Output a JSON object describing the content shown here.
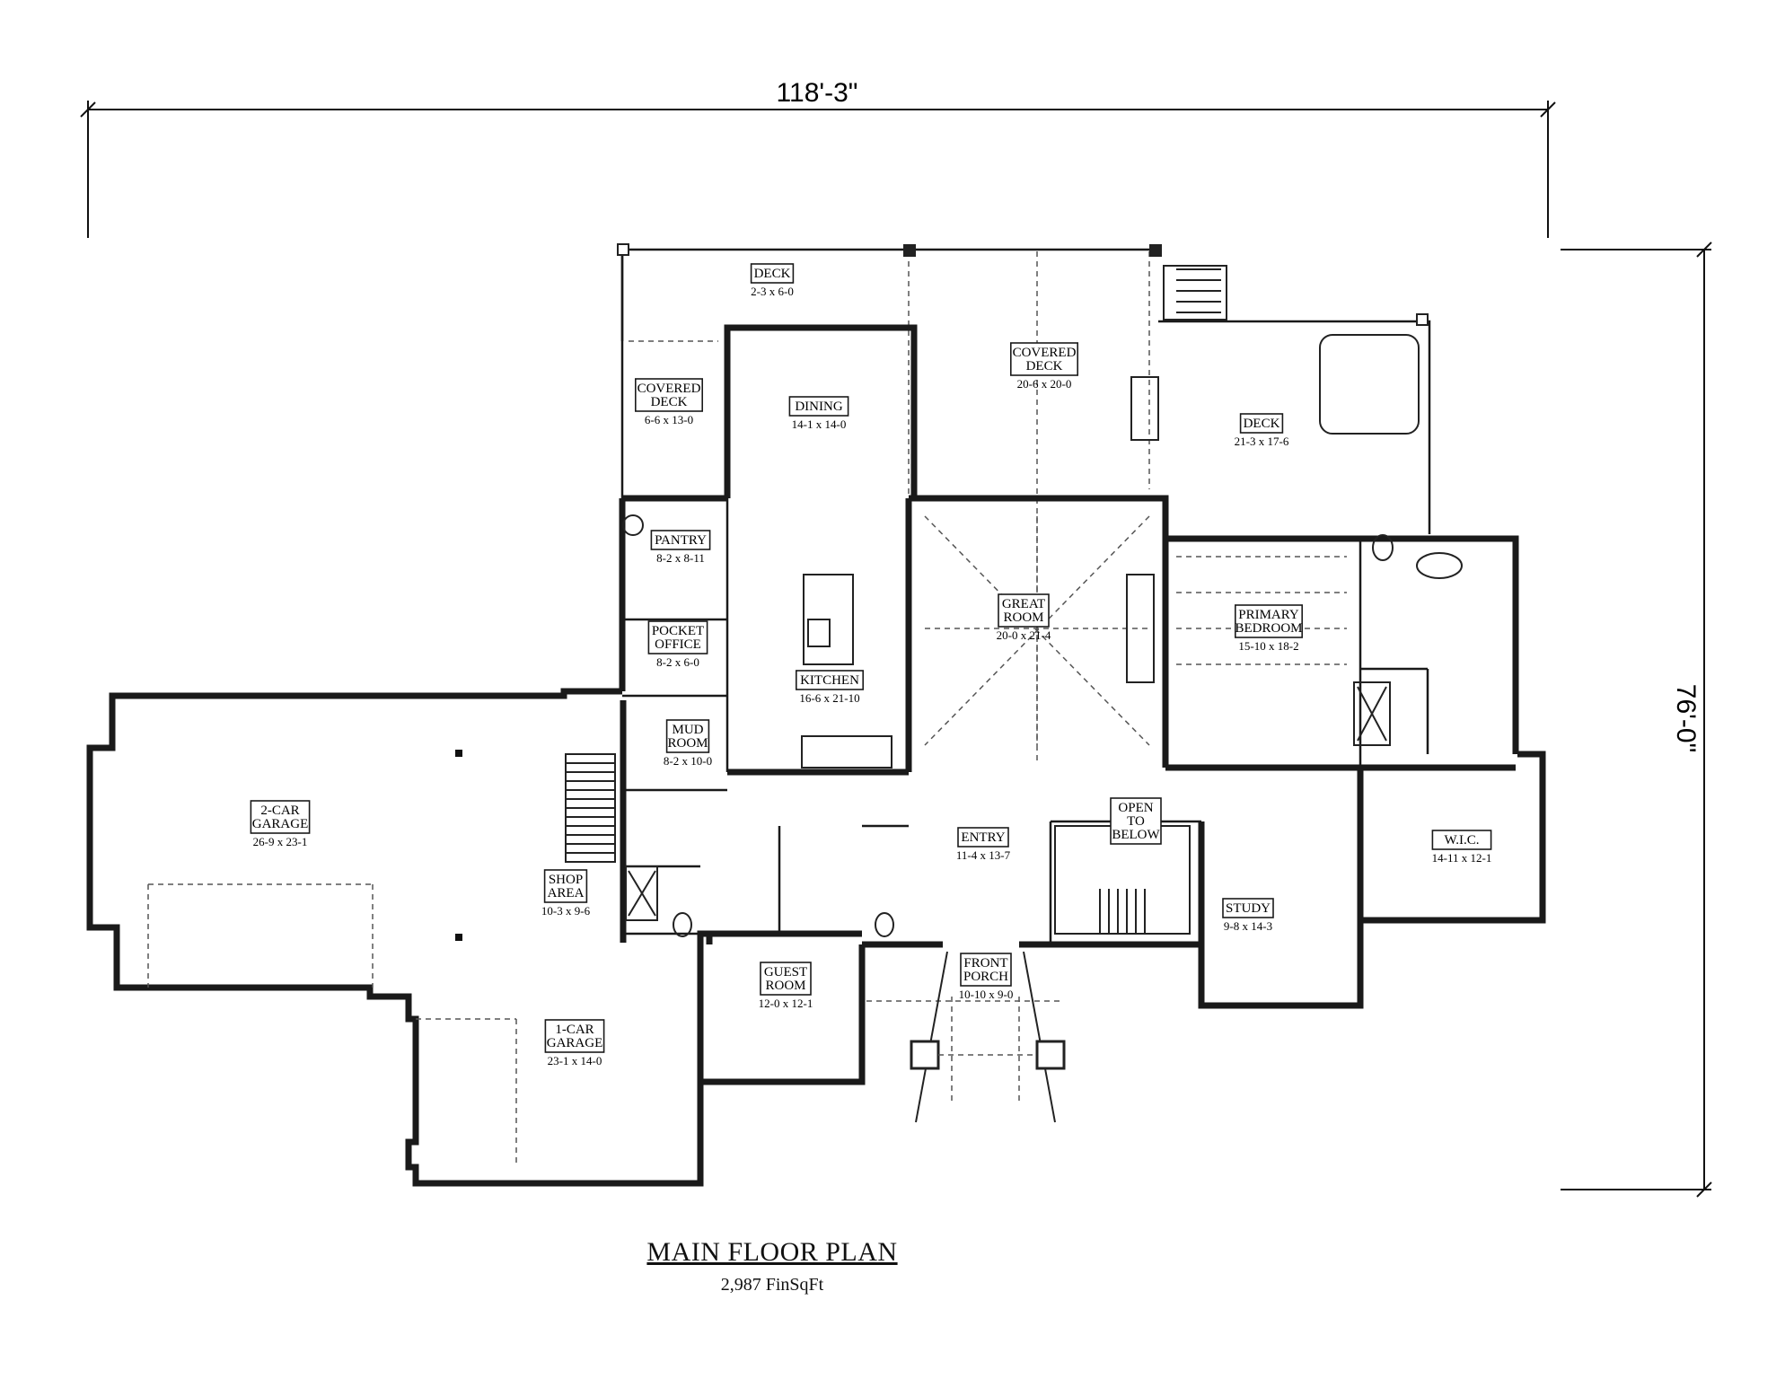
{
  "overall": {
    "width_dim": "118'-3\"",
    "depth_dim": "76'-0\""
  },
  "title": {
    "name": "MAIN FLOOR PLAN",
    "area": "2,987 FinSqFt"
  },
  "rooms": [
    {
      "id": "deck-top",
      "lines": [
        "DECK"
      ],
      "size": "2-3 x 6-0"
    },
    {
      "id": "covered-deck-left",
      "lines": [
        "COVERED",
        "DECK"
      ],
      "size": "6-6 x 13-0"
    },
    {
      "id": "dining",
      "lines": [
        "DINING"
      ],
      "size": "14-1 x 14-0"
    },
    {
      "id": "covered-deck-center",
      "lines": [
        "COVERED",
        "DECK"
      ],
      "size": "20-6 x 20-0"
    },
    {
      "id": "deck-right",
      "lines": [
        "DECK"
      ],
      "size": "21-3 x 17-6"
    },
    {
      "id": "pantry",
      "lines": [
        "PANTRY"
      ],
      "size": "8-2 x 8-11"
    },
    {
      "id": "pocket-office",
      "lines": [
        "POCKET",
        "OFFICE"
      ],
      "size": "8-2 x 6-0"
    },
    {
      "id": "kitchen",
      "lines": [
        "KITCHEN"
      ],
      "size": "16-6 x 21-10"
    },
    {
      "id": "great-room",
      "lines": [
        "GREAT",
        "ROOM"
      ],
      "size": "20-0 x 21-4"
    },
    {
      "id": "primary-bedroom",
      "lines": [
        "PRIMARY",
        "BEDROOM"
      ],
      "size": "15-10 x 18-2"
    },
    {
      "id": "mud-room",
      "lines": [
        "MUD",
        "ROOM"
      ],
      "size": "8-2 x 10-0"
    },
    {
      "id": "garage-2car",
      "lines": [
        "2-CAR",
        "GARAGE"
      ],
      "size": "26-9 x 23-1"
    },
    {
      "id": "shop-area",
      "lines": [
        "SHOP",
        "AREA"
      ],
      "size": "10-3 x 9-6"
    },
    {
      "id": "entry",
      "lines": [
        "ENTRY"
      ],
      "size": "11-4 x 13-7"
    },
    {
      "id": "open-to-below",
      "lines": [
        "OPEN",
        "TO",
        "BELOW"
      ],
      "size": ""
    },
    {
      "id": "wic",
      "lines": [
        "W.I.C."
      ],
      "size": "14-11 x 12-1"
    },
    {
      "id": "study",
      "lines": [
        "STUDY"
      ],
      "size": "9-8 x 14-3"
    },
    {
      "id": "guest-room",
      "lines": [
        "GUEST",
        "ROOM"
      ],
      "size": "12-0 x 12-1"
    },
    {
      "id": "front-porch",
      "lines": [
        "FRONT",
        "PORCH"
      ],
      "size": "10-10 x 9-0"
    },
    {
      "id": "garage-1car",
      "lines": [
        "1-CAR",
        "GARAGE"
      ],
      "size": "23-1 x 14-0"
    }
  ]
}
